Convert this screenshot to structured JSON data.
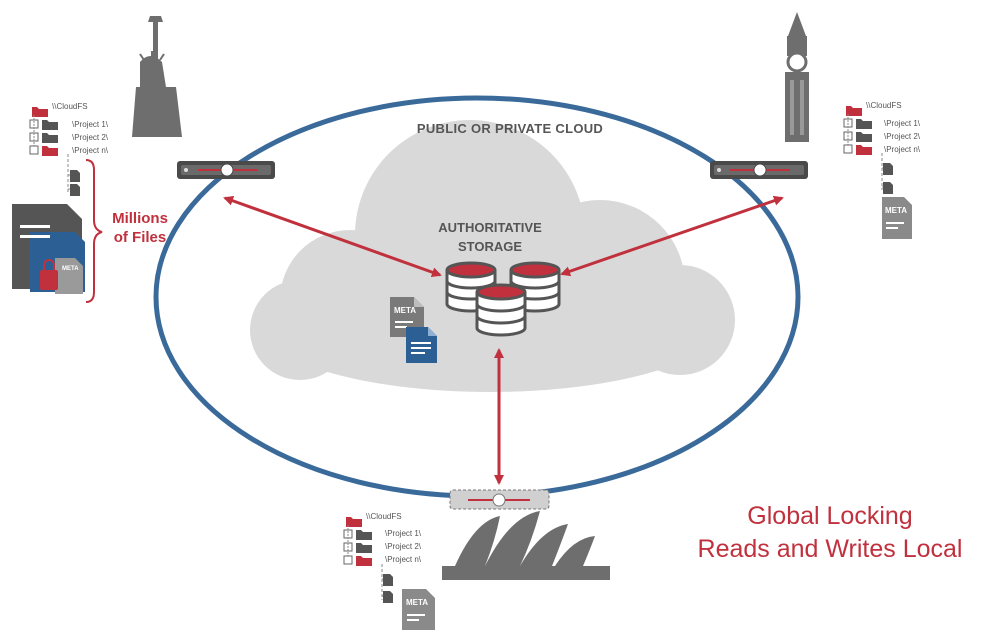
{
  "diagram": {
    "cloud_title": "PUBLIC OR PRIVATE CLOUD",
    "authoritative_storage": [
      "AUTHORITATIVE",
      "STORAGE"
    ],
    "millions_of_files": [
      "Millions",
      "of Files"
    ],
    "caption": [
      "Global Locking",
      "Reads and Writes Local"
    ],
    "meta_label": "META",
    "colors": {
      "ring": "#3a6a9a",
      "accent_red": "#c0313d",
      "cloud": "#d9d9d9",
      "icon_gray": "#6e6e6e",
      "doc_blue": "#2c5f93"
    },
    "sites": [
      {
        "name": "left",
        "landmark": "statue-of-liberty",
        "tree": {
          "root": "\\\\CloudFS",
          "folders": [
            "\\Project 1\\",
            "\\Project 2\\",
            "\\Project n\\"
          ]
        }
      },
      {
        "name": "right",
        "landmark": "big-ben",
        "tree": {
          "root": "\\\\CloudFS",
          "folders": [
            "\\Project 1\\",
            "\\Project 2\\",
            "\\Project n\\"
          ]
        }
      },
      {
        "name": "bottom",
        "landmark": "sydney-opera-house",
        "tree": {
          "root": "\\\\CloudFS",
          "folders": [
            "\\Project 1\\",
            "\\Project 2\\",
            "\\Project n\\"
          ]
        }
      }
    ]
  }
}
